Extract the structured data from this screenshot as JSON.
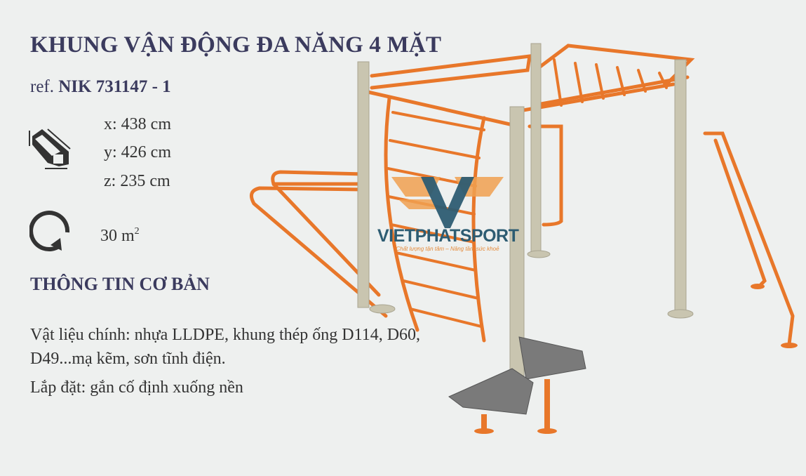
{
  "product": {
    "title": "KHUNG VẬN ĐỘNG ĐA NĂNG 4 MẶT",
    "ref_prefix": "ref.",
    "ref_code": "NIK 731147 - 1"
  },
  "dimensions": {
    "icon": "box-dimensions-icon",
    "x": "x: 438 cm",
    "y": "y: 426 cm",
    "z": "z: 235 cm"
  },
  "area": {
    "icon": "rotate-area-icon",
    "value": "30 m",
    "unit_sup": "2"
  },
  "basic_info": {
    "heading": "THÔNG TIN CƠ BẢN",
    "material": "Vật liệu chính: nhựa LLDPE, khung thép ống D114, D60, D49...mạ kẽm, sơn tĩnh điện.",
    "installation": "Lắp đặt: gắn cố định xuống nền"
  },
  "logo": {
    "name": "VIETPHATSPORT",
    "tagline": "Chất lượng tận tâm – Nâng tầm sức khoẻ"
  },
  "colors": {
    "heading": "#3b3b5e",
    "frame_orange": "#e8772a",
    "post_beige": "#c9c5b0",
    "logo_blue": "#2d5c72",
    "logo_orange": "#f0a050"
  }
}
